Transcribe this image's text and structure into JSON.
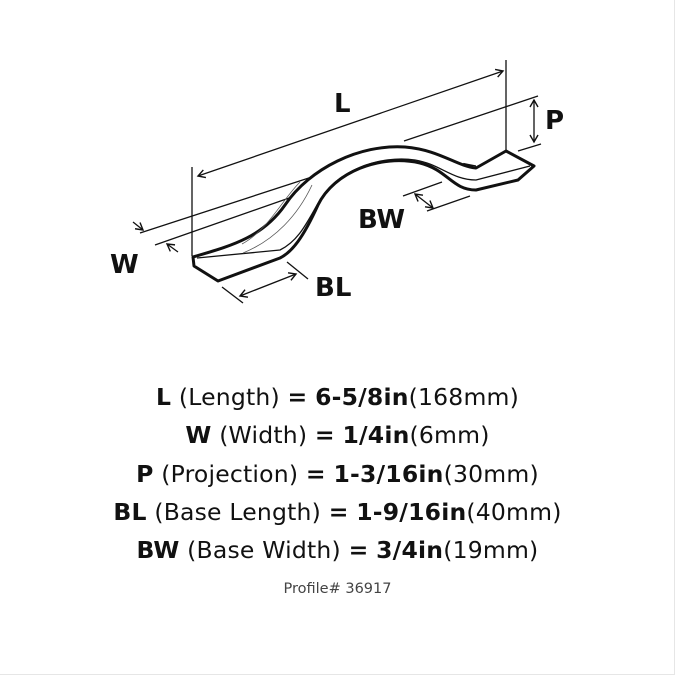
{
  "diagram": {
    "labels": {
      "length": "L",
      "projection": "P",
      "width": "W",
      "base_width": "BW",
      "base_length": "BL"
    }
  },
  "specs": [
    {
      "key": "L",
      "name": "(Length)",
      "eq": "=",
      "imperial": "6-5/8in",
      "metric": "(168mm)"
    },
    {
      "key": "W",
      "name": "(Width)",
      "eq": "=",
      "imperial": "1/4in",
      "metric": "(6mm)"
    },
    {
      "key": "P",
      "name": "(Projection)",
      "eq": "=",
      "imperial": "1-3/16in",
      "metric": "(30mm)"
    },
    {
      "key": "BL",
      "name": "(Base Length)",
      "eq": "=",
      "imperial": "1-9/16in",
      "metric": "(40mm)"
    },
    {
      "key": "BW",
      "name": "(Base Width)",
      "eq": "=",
      "imperial": "3/4in",
      "metric": "(19mm)"
    }
  ],
  "profile": "Profile# 36917"
}
